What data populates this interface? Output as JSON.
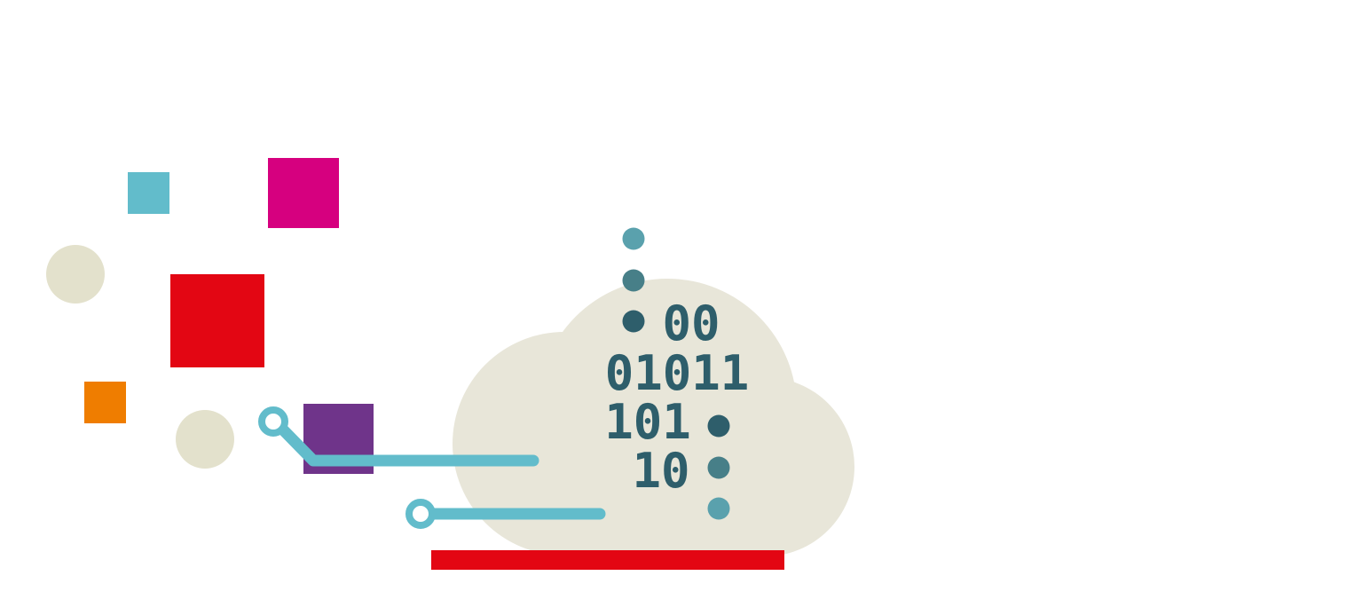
{
  "colors": {
    "teal_light": "#62bccb",
    "magenta": "#d6007f",
    "red": "#e30613",
    "orange": "#ef7d00",
    "purple": "#6f348a",
    "beige": "#e8e6d9",
    "beige_dot": "#e3e1cc",
    "dark_teal": "#2e5e6b",
    "mid_teal": "#477f88",
    "dot_light": "#5aa1ad"
  },
  "binary_lines": [
    "00",
    "01011",
    "101",
    "10"
  ],
  "icons": {
    "main": "cloud-computing-illustration"
  }
}
